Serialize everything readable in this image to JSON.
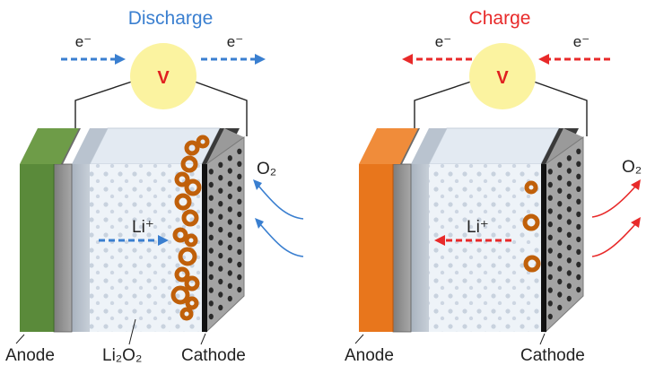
{
  "discharge": {
    "title": "Discharge",
    "electron_left": "e⁻",
    "electron_right": "e⁻",
    "meter": "V",
    "oxygen": "O₂",
    "ion": "Li⁺",
    "anode_label": "Anode",
    "product_label": "Li₂O₂",
    "cathode_label": "Cathode"
  },
  "charge": {
    "title": "Charge",
    "electron_left": "e⁻",
    "electron_right": "e⁻",
    "meter": "V",
    "oxygen": "O₂",
    "ion": "Li⁺",
    "anode_label": "Anode",
    "cathode_label": "Cathode"
  },
  "colors": {
    "discharge_accent": "#3a7fd0",
    "charge_accent": "#e82a2a",
    "discharge_anode": "#5a8a3a",
    "charge_anode": "#e8761c",
    "meter_fill": "#fbf3a0",
    "meter_text": "#e02020",
    "li2o2": "#c0600a"
  }
}
